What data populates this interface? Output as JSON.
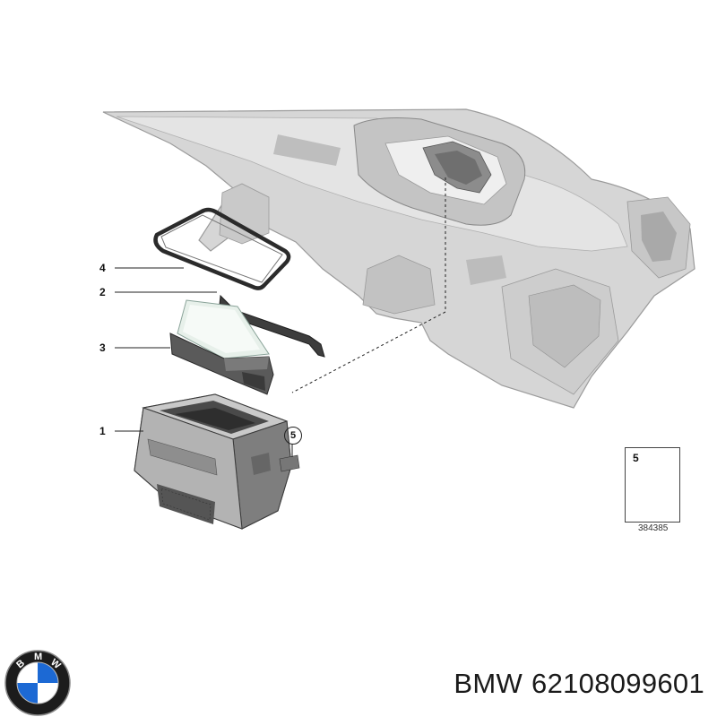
{
  "callouts": [
    {
      "id": "4",
      "label": "4"
    },
    {
      "id": "2",
      "label": "2"
    },
    {
      "id": "3",
      "label": "3"
    },
    {
      "id": "1",
      "label": "1"
    },
    {
      "id": "5",
      "label": "5"
    }
  ],
  "legend": {
    "item_number": "5",
    "reference_code": "384385"
  },
  "part_label": {
    "brand": "BMW",
    "part_number": "62108099601"
  },
  "logo": {
    "letters": [
      "B",
      "M",
      "W"
    ],
    "colors": {
      "ring": "#1c1c1c",
      "blue": "#1c69d4",
      "white": "#ffffff"
    }
  }
}
